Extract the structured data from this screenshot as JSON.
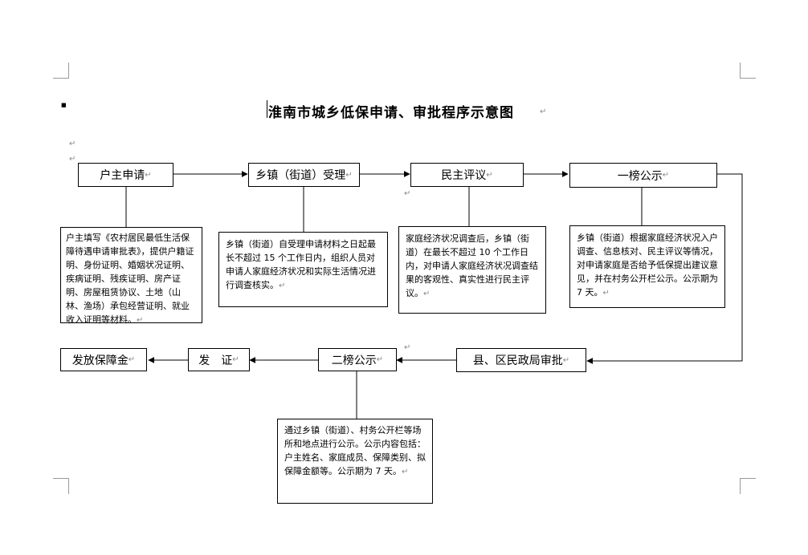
{
  "title": "淮南市城乡低保申请、审批程序示意图",
  "steps": {
    "step1": "户主申请",
    "step2": "乡镇（街道）受理",
    "step3": "民主评议",
    "step4": "一榜公示",
    "step5": "县、区民政局审批",
    "step6": "二榜公示",
    "step7": "发　证",
    "step8": "发放保障金"
  },
  "descriptions": {
    "desc1": "户主填写《农村居民最低生活保障待遇申请审批表》，提供户籍证明、身份证明、婚姻状况证明、疾病证明、残疾证明、房产证明、房屋租赁协议、土地（山林、渔场）承包经营证明、就业收入证明等材料。",
    "desc2": "乡镇（街道）自受理申请材料之日起最长不超过 15 个工作日内，组织人员对申请人家庭经济状况和实际生活情况进行调查核实。",
    "desc3": "家庭经济状况调查后，乡镇（街道）在最长不超过 10 个工作日内，对申请人家庭经济状况调查结果的客观性、真实性进行民主评议。",
    "desc4": "乡镇（街道）根据家庭经济状况入户调查、信息核对、民主评议等情况，对申请家庭是否给予低保提出建议意见，并在村务公开栏公示。公示期为 7 天。",
    "desc6": "通过乡镇（街道）、村务公开栏等场所和地点进行公示。公示内容包括：户主姓名、家庭成员、保障类别、拟保障金额等。公示期为 7 天。"
  },
  "marks": {
    "paragraph": "↵",
    "bullet": "■"
  }
}
